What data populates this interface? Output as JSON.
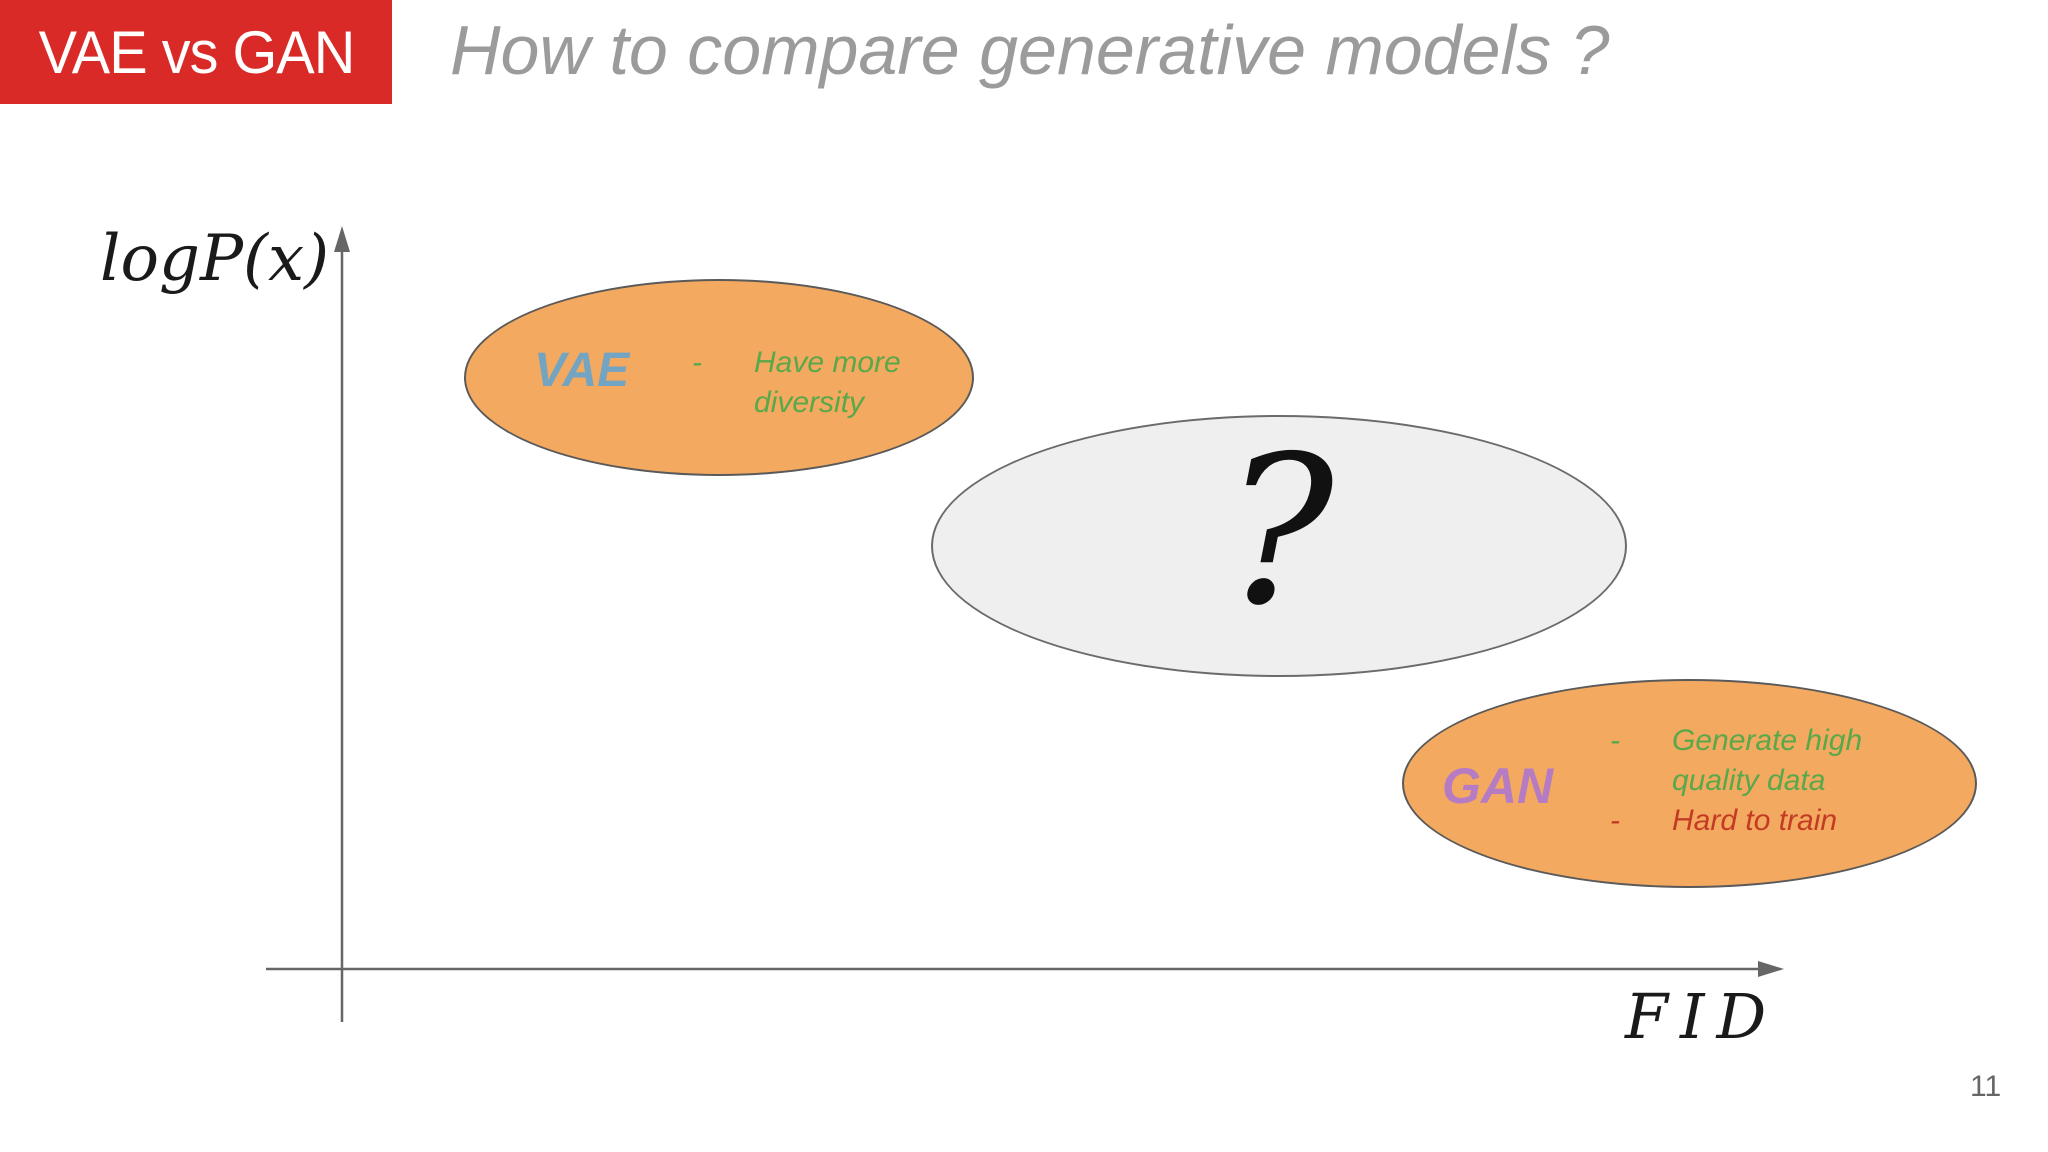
{
  "header": {
    "badge": "VAE vs GAN",
    "title": "How to compare generative models ?"
  },
  "diagram": {
    "y_axis_label": "logP(x)",
    "x_axis_label": "FID",
    "bullet_marker": "-",
    "nodes": {
      "vae": {
        "label": "VAE",
        "bullets": [
          {
            "text": "Have more diversity"
          }
        ]
      },
      "unknown": {
        "label": "?"
      },
      "gan": {
        "label": "GAN",
        "bullets": [
          {
            "text": "Generate high quality data"
          },
          {
            "text": "Hard to train"
          }
        ]
      }
    }
  },
  "footer": {
    "page_number": "11"
  },
  "colors": {
    "badge_red": "#da2a27",
    "badge_text": "#ffffff",
    "title_gray": "#9b9b9b",
    "orange_fill": "#f3a95f",
    "gray_fill": "#efefef",
    "ellipse_stroke": "#5a5a5a",
    "vae_blue": "#73a4c2",
    "gan_purple": "#b57cc3",
    "green_text": "#59a84a",
    "red_text": "#c43b25",
    "axis_gray": "#666666",
    "page_number_gray": "#666666"
  }
}
